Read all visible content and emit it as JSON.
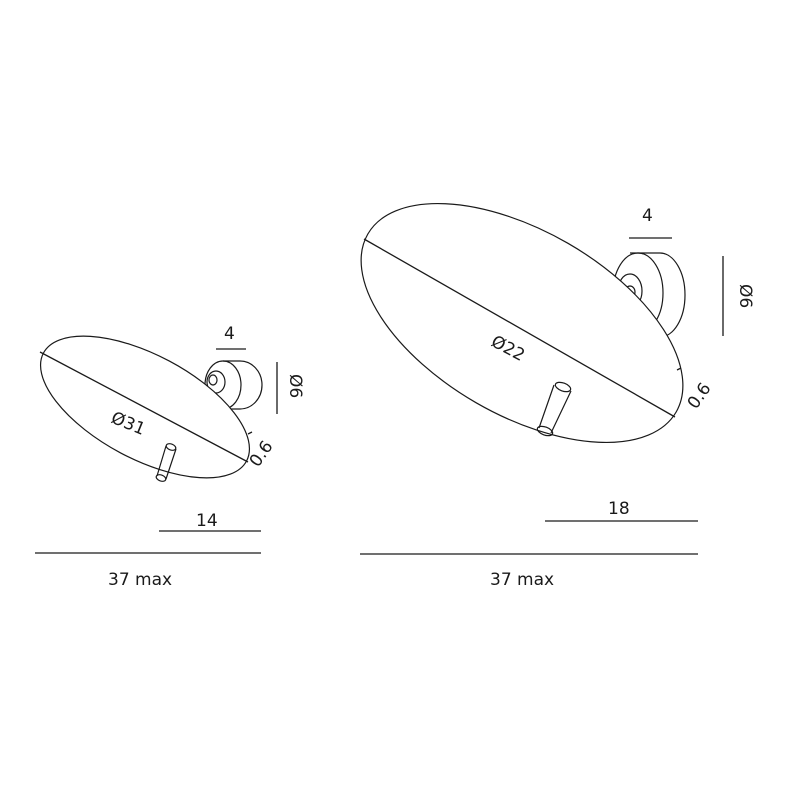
{
  "diagram": {
    "type": "technical-drawing",
    "colors": {
      "line": "#1a1a1a",
      "background": "#ffffff"
    },
    "small_lamp": {
      "disc_diameter_label": "Ø31",
      "disc_thickness_label": "0.6",
      "base_depth_label": "4",
      "base_diameter_label": "Ø6",
      "projection_label": "14",
      "overall_width_label": "37 max"
    },
    "large_lamp": {
      "disc_diameter_label": "Ø22",
      "disc_thickness_label": "0.6",
      "base_depth_label": "4",
      "base_diameter_label": "Ø6",
      "projection_label": "18",
      "overall_width_label": "37 max"
    }
  }
}
